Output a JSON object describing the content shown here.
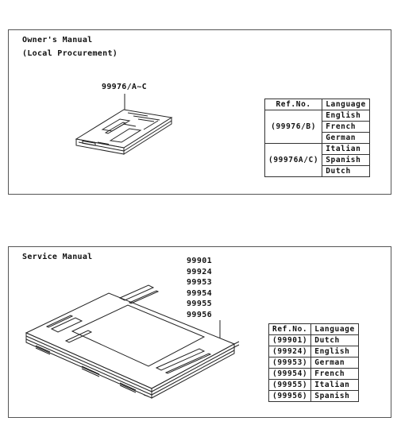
{
  "owners_manual": {
    "title_line1": "Owner's Manual",
    "title_line2": "(Local Procurement)",
    "part_label": "99976/A~C",
    "table": {
      "header": [
        "Ref.No.",
        "Language"
      ],
      "groups": [
        {
          "ref": "(99976/B)",
          "languages": [
            "English",
            "French",
            "German"
          ]
        },
        {
          "ref": "(99976A/C)",
          "languages": [
            "Italian",
            "Spanish",
            "Dutch"
          ]
        }
      ]
    }
  },
  "service_manual": {
    "title": "Service Manual",
    "part_numbers": [
      "99901",
      "99924",
      "99953",
      "99954",
      "99955",
      "99956"
    ],
    "table": {
      "header": [
        "Ref.No.",
        "Language"
      ],
      "rows": [
        {
          "ref": "(99901)",
          "language": "Dutch"
        },
        {
          "ref": "(99924)",
          "language": "English"
        },
        {
          "ref": "(99953)",
          "language": "German"
        },
        {
          "ref": "(99954)",
          "language": "French"
        },
        {
          "ref": "(99955)",
          "language": "Italian"
        },
        {
          "ref": "(99956)",
          "language": "Spanish"
        }
      ]
    }
  }
}
